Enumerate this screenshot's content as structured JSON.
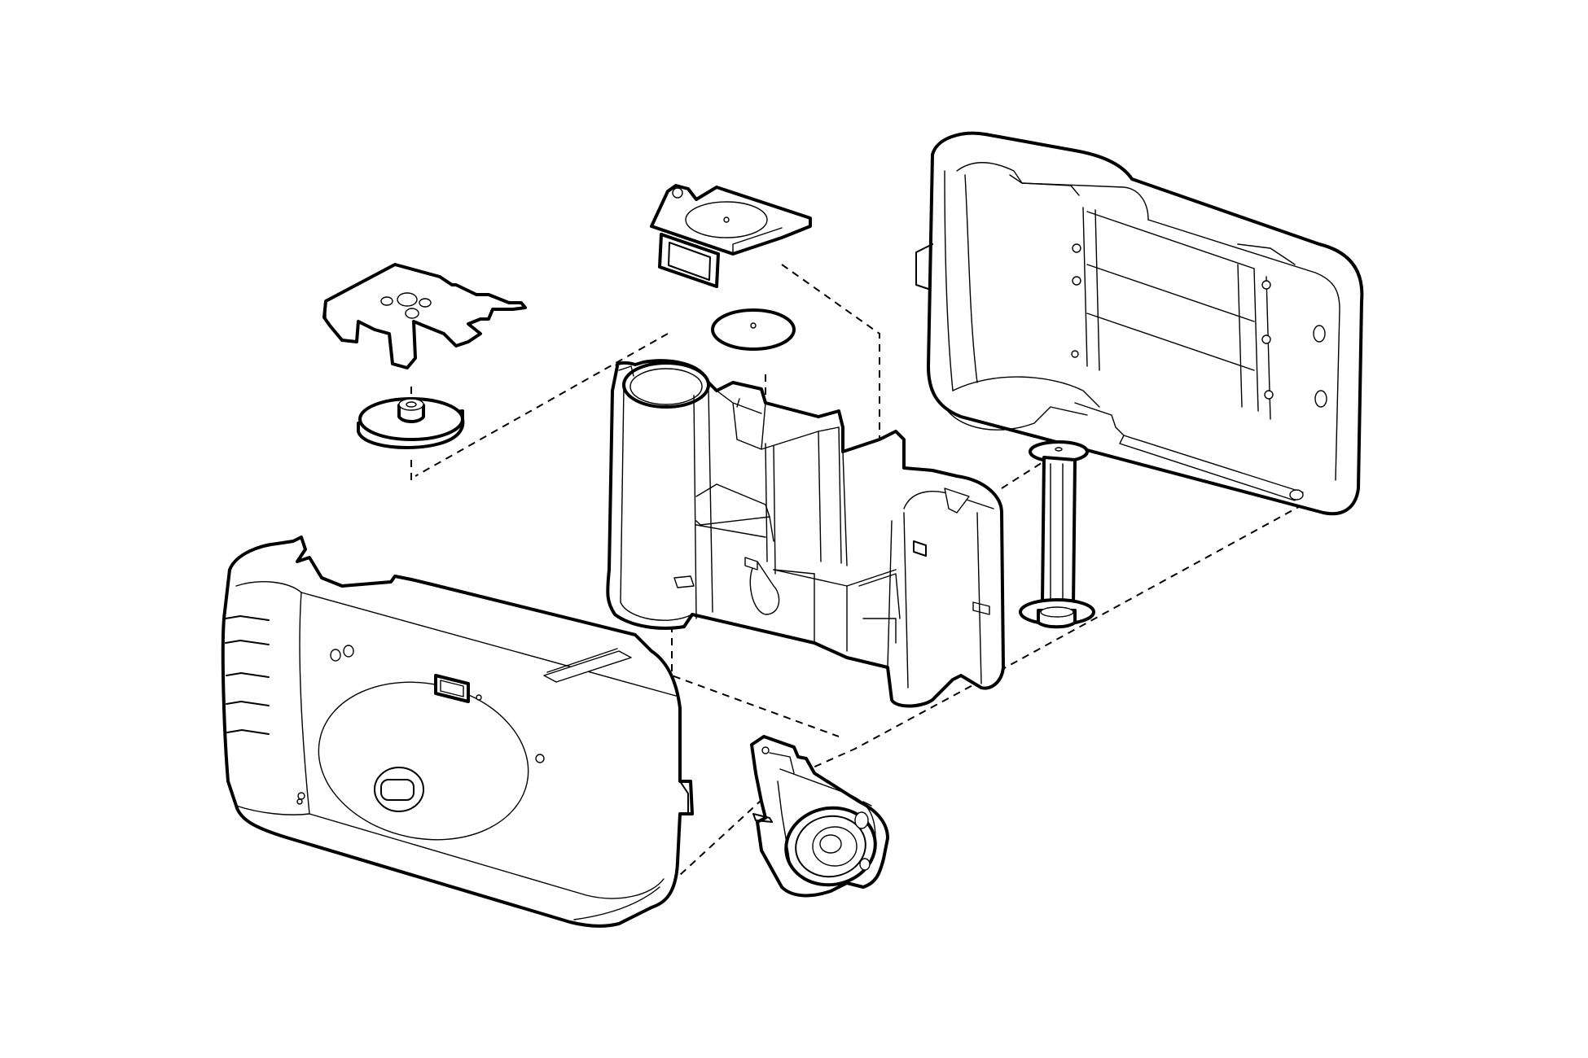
{
  "diagram": {
    "background": "#ffffff",
    "ink": "#000000",
    "parts": [
      {
        "id": "front-cover",
        "icon": "camera-front-shell"
      },
      {
        "id": "rear-cover",
        "icon": "camera-back-shell"
      },
      {
        "id": "film-chassis",
        "icon": "film-chamber-frame"
      },
      {
        "id": "shutter-plate",
        "icon": "shutter-assembly"
      },
      {
        "id": "viewfinder-plate",
        "icon": "viewfinder-bracket"
      },
      {
        "id": "counter-disc",
        "icon": "disc"
      },
      {
        "id": "top-bracket",
        "icon": "metal-bracket"
      },
      {
        "id": "winding-gear",
        "icon": "gear-wheel"
      },
      {
        "id": "film-spool",
        "icon": "spool"
      }
    ]
  }
}
